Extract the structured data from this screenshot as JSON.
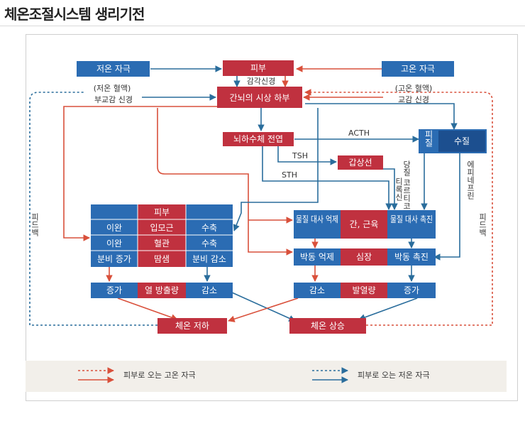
{
  "title": "체온조절시스템 생리기전",
  "colors": {
    "red": "#c0313f",
    "blue": "#2b6cb3",
    "navy": "#1c4f8f",
    "arrow_red": "#d9503b",
    "arrow_blue": "#2a6d9c"
  },
  "nodes": {
    "low_stimulus": "저온 자극",
    "skin_top": "피부",
    "high_stimulus": "고온 자극",
    "sensory_nerve": "감각신경",
    "hypothalamus": "간뇌의 시상 하부",
    "low_blood": "(저온 혈액)",
    "parasympathetic": "부교감 신경",
    "high_blood": "(고온 혈액)",
    "sympathetic": "교감 신경",
    "pituitary": "뇌하수체 전엽",
    "acth": "ACTH",
    "adrenal_cortex": "피질",
    "adrenal_medulla": "수질",
    "tsh": "TSH",
    "thyroid": "갑상선",
    "sth": "STH",
    "glucocorticoid": "당질 코르티코이드",
    "thyroxine": "티록신",
    "epinephrine": "에피네프린",
    "feedback_left": "피드백",
    "feedback_right": "피드백"
  },
  "skin_table": {
    "header": "피부",
    "rows": [
      [
        "이완",
        "입모근",
        "수축"
      ],
      [
        "이완",
        "혈관",
        "수축"
      ],
      [
        "분비 증가",
        "땀샘",
        "분비 감소"
      ]
    ]
  },
  "metabolism": {
    "left_1": "물질 대사 억제",
    "center_1": "간, 근육",
    "right_1": "물질 대사 촉진",
    "left_2": "박동 억제",
    "center_2": "심장",
    "right_2": "박동 촉진"
  },
  "heat_release": {
    "left": "증가",
    "center": "열 방출량",
    "right": "감소"
  },
  "heat_production": {
    "left": "감소",
    "center": "발열량",
    "right": "증가"
  },
  "results": {
    "down": "체온 저하",
    "up": "체온 상승"
  },
  "legend": {
    "high_label": "피부로 오는 고온 자극",
    "low_label": "피부로 오는 저온 자극"
  }
}
